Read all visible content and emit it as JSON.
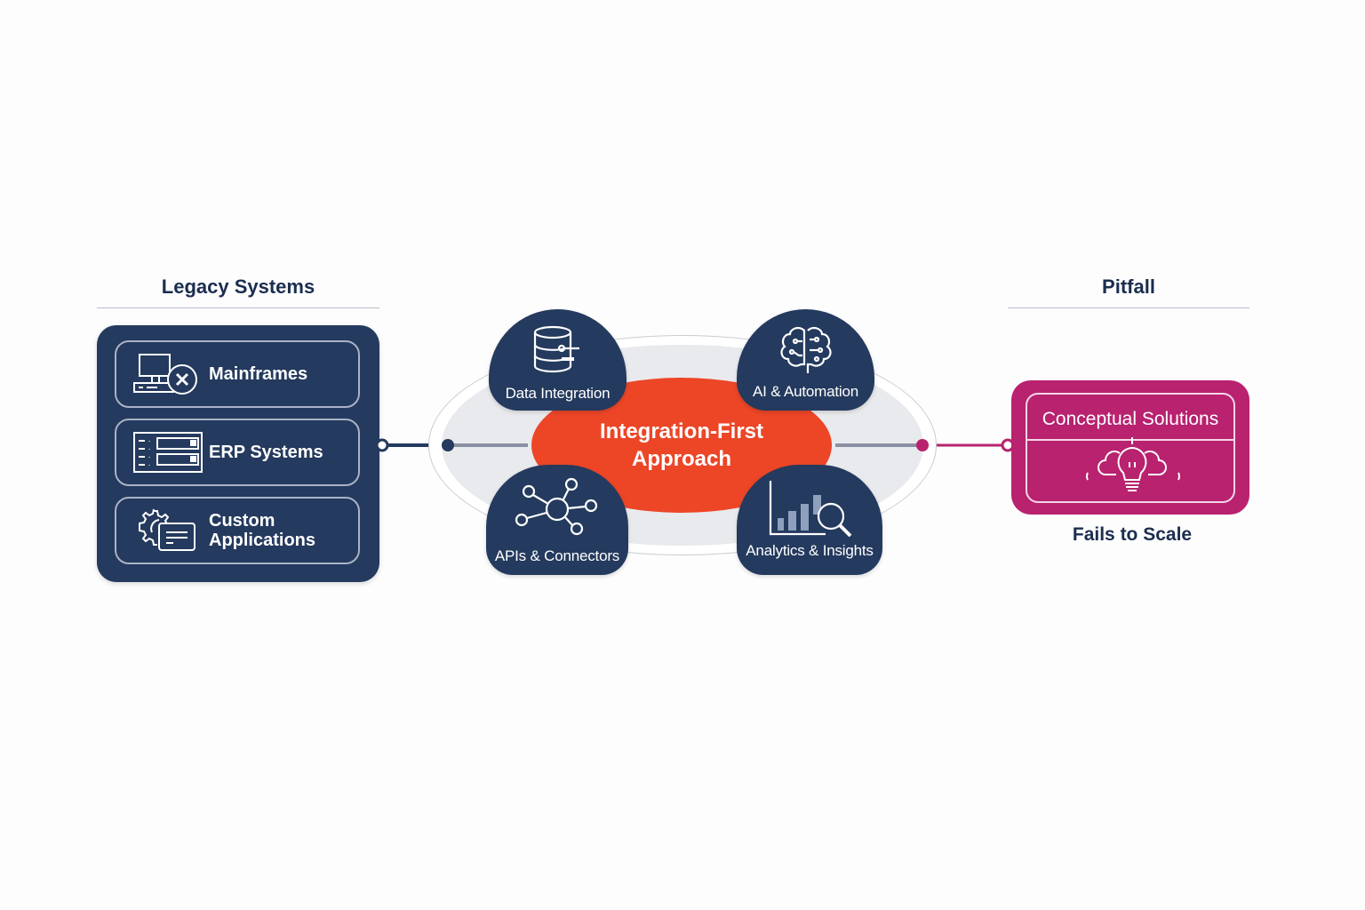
{
  "legacy": {
    "heading": "Legacy Systems",
    "items": [
      {
        "label": "Mainframes",
        "icon": "mainframe-icon"
      },
      {
        "label": "ERP Systems",
        "icon": "server-rack-icon"
      },
      {
        "label_line1": "Custom",
        "label_line2": "Applications",
        "icon": "gear-window-icon"
      }
    ]
  },
  "center": {
    "core_line1": "Integration-First",
    "core_line2": "Approach",
    "pillars": [
      {
        "label": "Data Integration",
        "icon": "database-icon"
      },
      {
        "label": "AI & Automation",
        "icon": "brain-circuit-icon"
      },
      {
        "label": "APIs & Connectors",
        "icon": "network-nodes-icon"
      },
      {
        "label": "Analytics & Insights",
        "icon": "chart-magnifier-icon"
      }
    ]
  },
  "pitfall": {
    "heading": "Pitfall",
    "card_title": "Conceptual Solutions",
    "icon": "lightbulb-cloud-icon",
    "caption": "Fails to Scale"
  },
  "colors": {
    "navy": "#243a5e",
    "accent_orange": "#ec4627",
    "pitfall_magenta": "#b8226f",
    "heading_text": "#1b2d4f",
    "ellipse_gray": "#e9eaed"
  }
}
